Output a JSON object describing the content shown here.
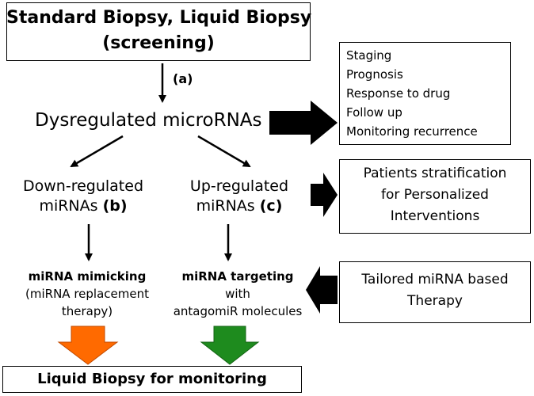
{
  "top_box": {
    "line1": "Standard Biopsy, Liquid Biopsy",
    "line2": "(screening)"
  },
  "step_a": "(a)",
  "dysregulated": "Dysregulated microRNAs",
  "outcomes": {
    "items": [
      "Staging",
      "Prognosis",
      "Response to drug",
      "Follow up",
      "Monitoring recurrence"
    ]
  },
  "down_regulated": {
    "line1": "Down-regulated",
    "line2_prefix": "miRNAs ",
    "line2_tag": "(b)"
  },
  "up_regulated": {
    "line1": "Up-regulated",
    "line2_prefix": "miRNAs ",
    "line2_tag": "(c)"
  },
  "stratification": {
    "lines": [
      "Patients stratification",
      "for Personalized",
      "Interventions"
    ]
  },
  "mimicking": {
    "title": "miRNA mimicking",
    "lines": [
      "(miRNA replacement",
      "therapy)"
    ]
  },
  "targeting": {
    "title": "miRNA targeting",
    "lines": [
      "with",
      "antagomiR molecules"
    ]
  },
  "tailored": {
    "lines": [
      "Tailored miRNA based",
      "Therapy"
    ]
  },
  "bottom_box": {
    "text": "Liquid Biopsy for monitoring"
  },
  "colors": {
    "orange_arrow": "#ff6a00",
    "green_arrow": "#1e8b1e",
    "black_arrow": "#000000"
  }
}
